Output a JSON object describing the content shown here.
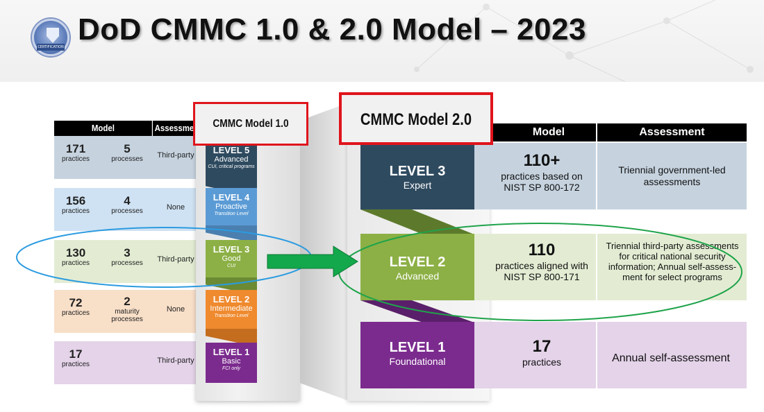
{
  "title": "DoD CMMC 1.0 & 2.0 Model – 2023",
  "seal": {
    "label": "CERTIFICATION",
    "icon": "shield-certification-seal-icon"
  },
  "model1": {
    "box_label": "CMMC Model 1.0",
    "headers": {
      "model": "Model",
      "assessment": "Assessment"
    },
    "rows": [
      {
        "practices": "171",
        "practices_label": "practices",
        "processes": "5",
        "processes_label": "processes",
        "assessment": "Third-party",
        "color": "#c6d3df"
      },
      {
        "practices": "156",
        "practices_label": "practices",
        "processes": "4",
        "processes_label": "processes",
        "assessment": "None",
        "color": "#cfe2f3"
      },
      {
        "practices": "130",
        "practices_label": "practices",
        "processes": "3",
        "processes_label": "processes",
        "assessment": "Third-party",
        "color": "#e3ecd3"
      },
      {
        "practices": "72",
        "practices_label": "practices",
        "processes": "2",
        "processes_label": "maturity processes",
        "assessment": "None",
        "color": "#f8dfc8"
      },
      {
        "practices": "17",
        "practices_label": "practices",
        "processes": "",
        "processes_label": "",
        "assessment": "Third-party",
        "color": "#e4d3e9"
      }
    ],
    "levels": [
      {
        "title": "LEVEL 5",
        "name": "Advanced",
        "note": "CUI, critical programs",
        "color": "#2e4a5f"
      },
      {
        "title": "LEVEL 4",
        "name": "Proactive",
        "note": "Transition Level",
        "color": "#5b9bd5"
      },
      {
        "title": "LEVEL 3",
        "name": "Good",
        "note": "CUI",
        "color": "#8cb045"
      },
      {
        "title": "LEVEL 2",
        "name": "Intermediate",
        "note": "Transition Level",
        "color": "#ef8a2e"
      },
      {
        "title": "LEVEL 1",
        "name": "Basic",
        "note": "FCI only",
        "color": "#7b2b8e"
      }
    ]
  },
  "model2": {
    "box_label": "CMMC Model 2.0",
    "headers": {
      "model": "Model",
      "assessment": "Assessment"
    },
    "rows": [
      {
        "level": "LEVEL 3",
        "name": "Expert",
        "count": "110+",
        "desc": "practices based on NIST SP 800-172",
        "assessment": "Triennial government-led assessments",
        "color": "#2e4a5f",
        "row_color": "#c6d3df"
      },
      {
        "level": "LEVEL 2",
        "name": "Advanced",
        "count": "110",
        "desc": "practices aligned with NIST SP 800-171",
        "assessment": "Triennial third-party assessments for critical national security information; Annual self-assess-ment for select programs",
        "color": "#8cb045",
        "row_color": "#e3ecd3"
      },
      {
        "level": "LEVEL 1",
        "name": "Foundational",
        "count": "17",
        "desc": "practices",
        "assessment": "Annual self-assessment",
        "color": "#7b2b8e",
        "row_color": "#e4d3e9"
      }
    ]
  },
  "colors": {
    "highlight_red": "#e0141c",
    "ellipse_blue": "#2b9be0",
    "ellipse_green": "#1fa34a",
    "arrow_green": "#13a84b"
  }
}
